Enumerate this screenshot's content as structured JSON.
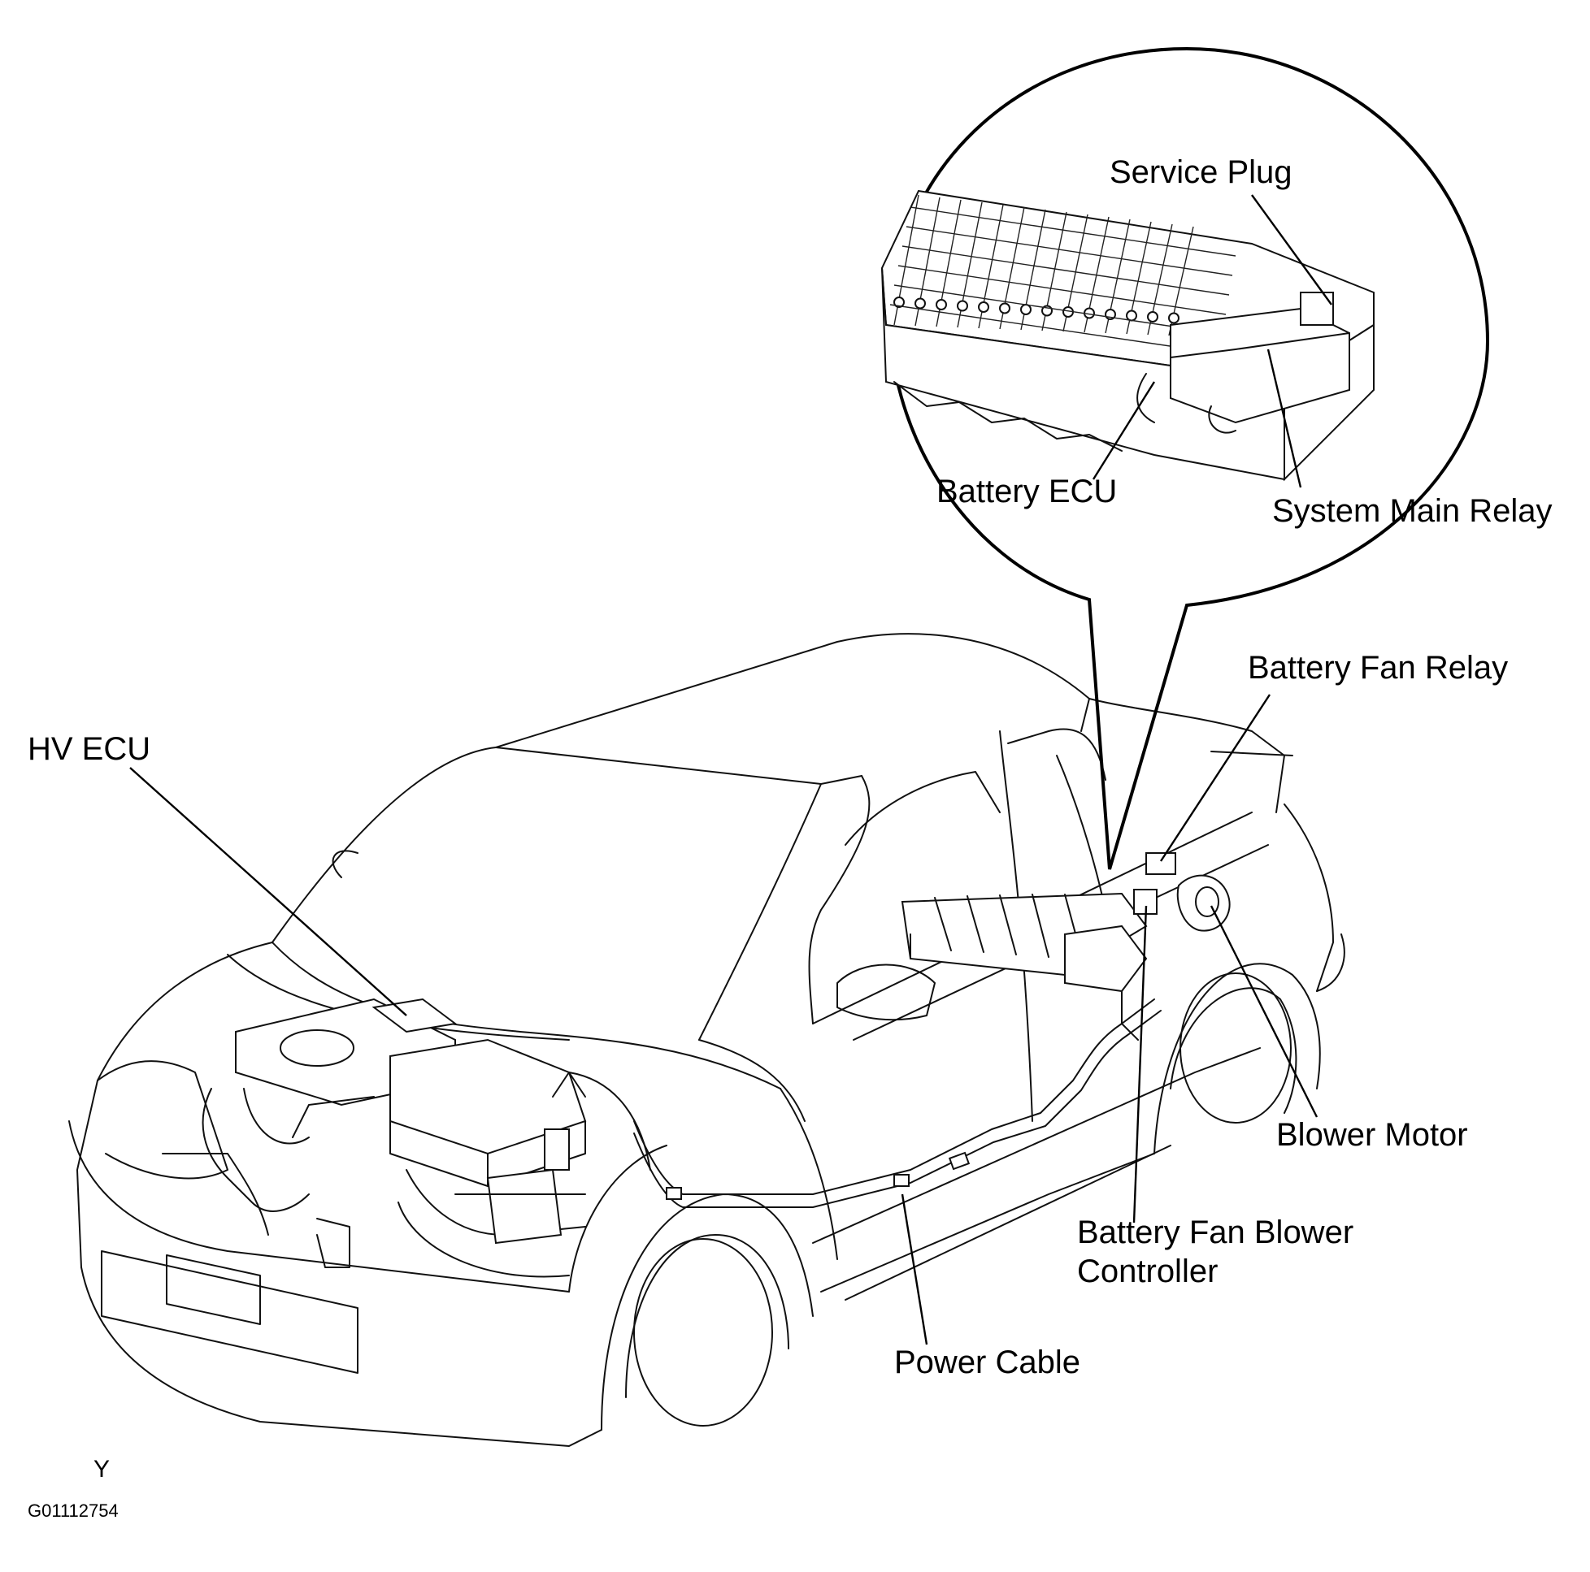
{
  "labels": {
    "service_plug": "Service Plug",
    "battery_ecu": "Battery ECU",
    "system_main_relay": "System Main Relay",
    "battery_fan_relay": "Battery Fan Relay",
    "hv_ecu": "HV ECU",
    "blower_motor": "Blower Motor",
    "battery_fan_blower_controller_line1": "Battery Fan Blower",
    "battery_fan_blower_controller_line2": "Controller",
    "power_cable": "Power Cable"
  },
  "footer": {
    "view_mark": "Y",
    "figure_id": "G01112754"
  }
}
